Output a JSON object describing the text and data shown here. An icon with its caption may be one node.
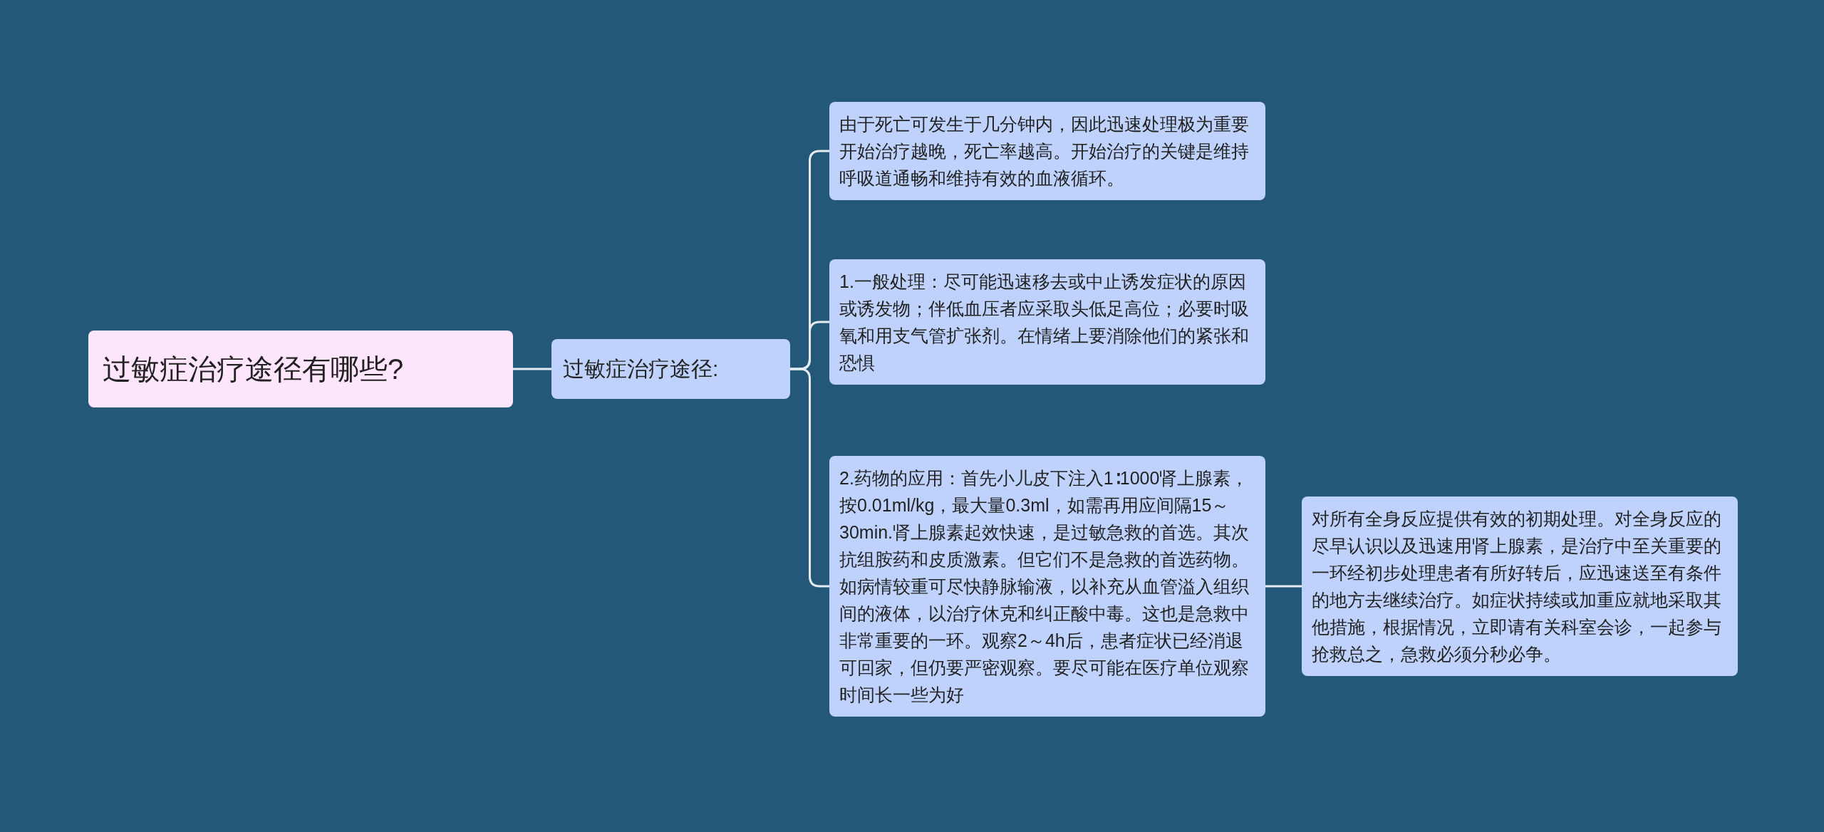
{
  "diagram": {
    "nodes": [
      {
        "text": [
          "过敏症治疗途径有哪些?"
        ]
      },
      {
        "text": [
          "过敏症治疗途径:"
        ]
      },
      {
        "text": [
          "由于死亡可发生于几分钟内，因此迅速处理极为重要开始治疗越晚，死亡率越高。开始治疗的关键是维持呼吸道通畅和维持有效的血液循环。"
        ]
      },
      {
        "text": [
          "1.一般处理：尽可能迅速移去或中止诱发症状的原因或诱发物；伴低血压者应采取头低足高位；必要时吸氧和用支气管扩张剂。在情绪上要消除他们的紧张和恐惧"
        ]
      },
      {
        "text": [
          "2.药物的应用：首先小儿皮下注入1∶1000肾上腺素，按0.01ml/kg，最大量0.3ml，如需再用应间隔15～30min.肾上腺素起效快速，是过敏急救的首选。其次抗组胺药和皮质激素。但它们不是急救的首选药物。如病情较重可尽快静脉输液，以补充从血管溢入组织间的液体，以治疗休克和纠正酸中毒。这也是急救中非常重要的一环。观察2～4h后，患者症状已经消退可回家，但仍要严密观察。要尽可能在医疗单位观察时间长一些为好"
        ]
      },
      {
        "text": [
          "对所有全身反应提供有效的初期处理。对全身反应的尽早认识以及迅速用肾上腺素，是治疗中至关重要的一环经初步处理患者有所好转后，应迅速送至有条件的地方去继续治疗。如症状持续或加重应就地采取其他措施，根据情况，立即请有关科室会诊，一起参与抢救总之，急救必须分秒必争。"
        ]
      }
    ],
    "edges": [
      {
        "from": 0,
        "to": 1,
        "arrow": "none"
      },
      {
        "from": 1,
        "to": 2,
        "arrow": "none"
      },
      {
        "from": 1,
        "to": 3,
        "arrow": "none"
      },
      {
        "from": 1,
        "to": 4,
        "arrow": "none"
      },
      {
        "from": 4,
        "to": 5,
        "arrow": "none"
      }
    ]
  }
}
